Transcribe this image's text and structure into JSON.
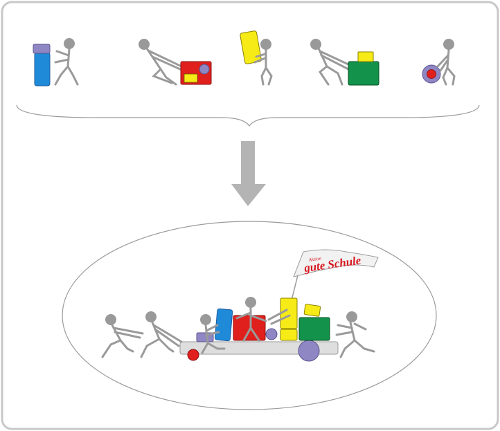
{
  "colors": {
    "frame": "#c8c8c8",
    "figure": "#9a9a9a",
    "figure_head": "#999999",
    "arrow": "#b4b4b4",
    "blue": "#1f8ad8",
    "lavender": "#8f86c4",
    "red": "#e0201c",
    "yellow": "#f6eb16",
    "green": "#12924a",
    "cart": "#dedede",
    "banner_text": "#d71920"
  },
  "top_row": {
    "groups": [
      {
        "label": "figure-pushing-blue-case",
        "icon": "pushing-figure-icon"
      },
      {
        "label": "figure-pulling-red-case",
        "icon": "pulling-figure-icon"
      },
      {
        "label": "figure-carrying-yellow-block",
        "icon": "carrying-figure-icon"
      },
      {
        "label": "figure-pulling-green-box",
        "icon": "pulling-figure-icon"
      },
      {
        "label": "figure-rolling-wheel",
        "icon": "rolling-figure-icon"
      }
    ]
  },
  "arrow": {
    "icon": "down-arrow-icon"
  },
  "banner": {
    "small_text": "Aktion",
    "main_text": "gute Schule"
  }
}
